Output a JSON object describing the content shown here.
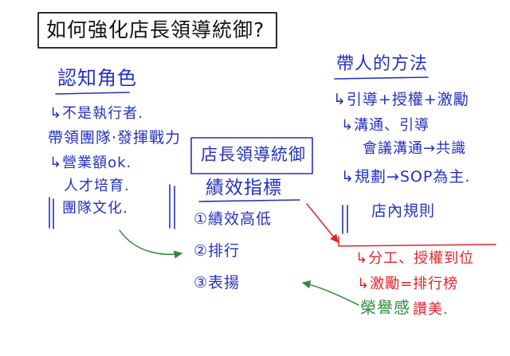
{
  "colors": {
    "blue": "#2431c2",
    "red": "#e3242b",
    "green": "#2b8a3e",
    "black": "#141414"
  },
  "title": "如何強化店長領導統御?",
  "left": {
    "heading": "認知角色",
    "lines": [
      "↳不是執行者.",
      "帶領團隊·發揮戰力",
      "↳營業額ok.",
      "人才培育.",
      "團隊文化."
    ]
  },
  "center": {
    "box_title": "店長領導統御",
    "heading": "績效指標",
    "items": [
      "①績效高低",
      "②排行",
      "③表揚"
    ]
  },
  "right": {
    "heading": "帶人的方法",
    "lines": [
      "↳引導+授權+激勵",
      "↳溝通、引導",
      "會議溝通→共識",
      "↳規劃→SOP為主.",
      "店內規則"
    ]
  },
  "red_notes": {
    "lines": [
      "↳分工、授權到位",
      "↳激勵=排行榜",
      "讚美."
    ]
  },
  "green_note": "榮譽感"
}
